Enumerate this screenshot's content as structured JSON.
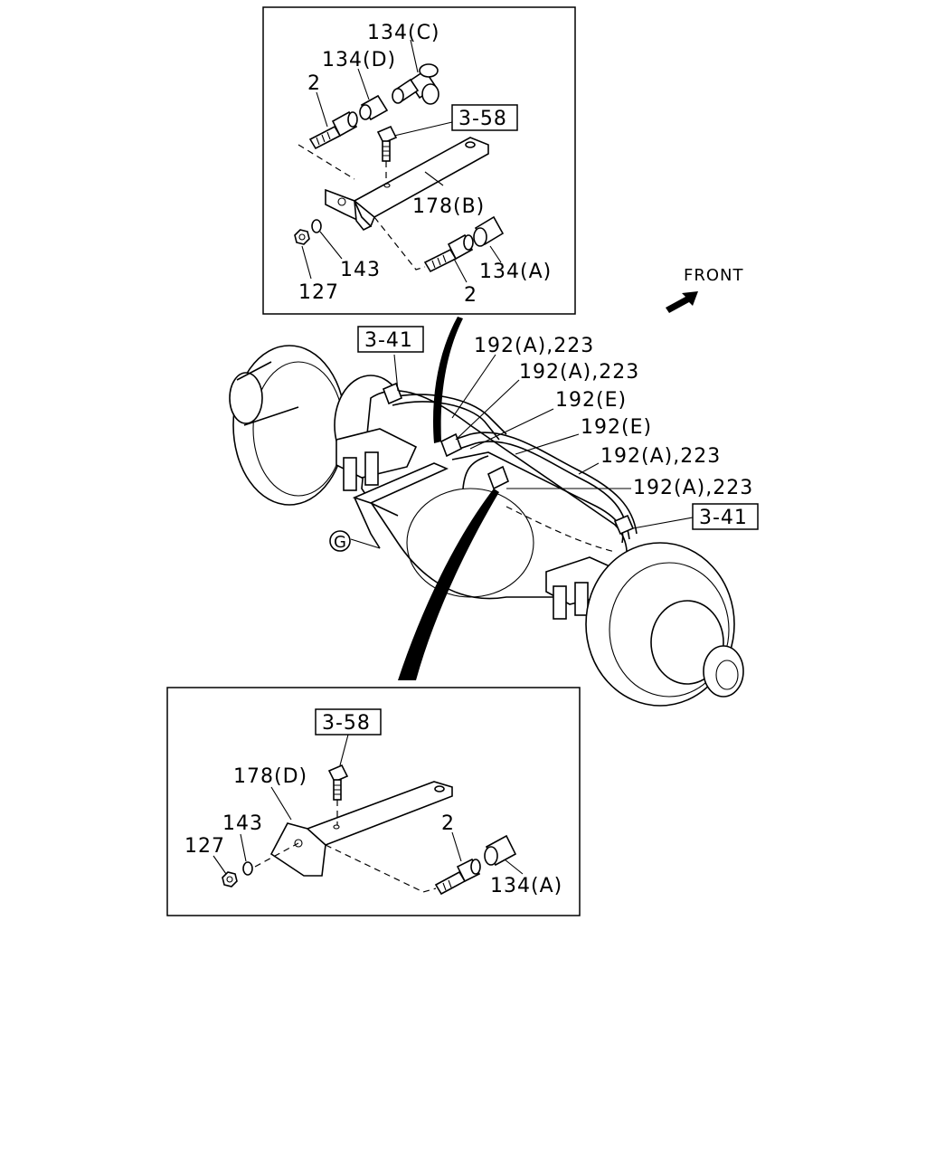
{
  "top_panel": {
    "labels": {
      "l134c": "134(C)",
      "l134d": "134(D)",
      "l2a": "2",
      "ref358": "3-58",
      "l178b": "178(B)",
      "l143": "143",
      "l134a": "134(A)",
      "l127": "127",
      "l2b": "2"
    }
  },
  "front_indicator": {
    "label": "FRONT"
  },
  "main_view": {
    "labels": {
      "ref341a": "3-41",
      "l192a_1": "192(A),223",
      "l192a_2": "192(A),223",
      "l192e_1": "192(E)",
      "l192e_2": "192(E)",
      "l192a_3": "192(A),223",
      "l192a_4": "192(A),223",
      "ref341b": "3-41",
      "callout_g": "G"
    }
  },
  "bottom_panel": {
    "labels": {
      "ref358": "3-58",
      "l178d": "178(D)",
      "l143": "143",
      "l127": "127",
      "l2": "2",
      "l134a": "134(A)"
    }
  }
}
